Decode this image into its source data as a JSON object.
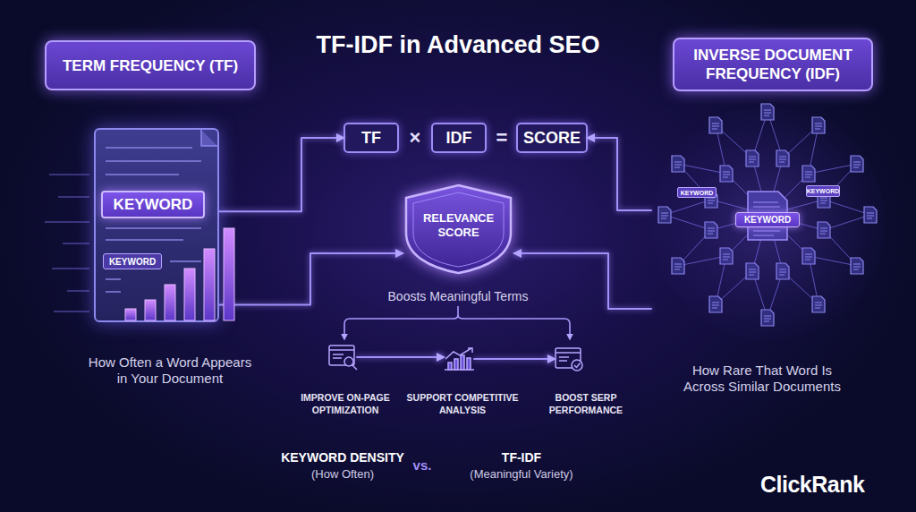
{
  "diagram": {
    "title": "TF-IDF in Advanced SEO",
    "nodes": [
      {
        "text": [
          "TERM FREQUENCY (TF)"
        ]
      },
      {
        "text": [
          "KEYWORD",
          "KEYWORD"
        ]
      },
      {
        "text": [
          "TF"
        ]
      },
      {
        "text": [
          "IDF"
        ]
      },
      {
        "text": [
          "SCORE"
        ]
      },
      {
        "text": [
          "RELEVANCE SCORE"
        ]
      },
      {
        "text": [
          "INVERSE DOCUMENT FREQUENCY (IDF)"
        ]
      },
      {
        "text": [
          "KEYWORD",
          "KEYWORD",
          "KEYWORD"
        ]
      },
      {
        "text": [
          "IMPROVE ON-PAGE OPTIMIZATION"
        ]
      },
      {
        "text": [
          "SUPPORT COMPETITIVE ANALYSIS"
        ]
      },
      {
        "text": [
          "BOOST SERP PERFORMANCE"
        ]
      }
    ],
    "edges": [
      {
        "from": 1,
        "to": 2,
        "arrow": "to"
      },
      {
        "from": 1,
        "to": 5,
        "arrow": "to"
      },
      {
        "from": 7,
        "to": 4,
        "arrow": "to"
      },
      {
        "from": 7,
        "to": 5,
        "arrow": "to"
      },
      {
        "from": 8,
        "to": 9,
        "arrow": "to"
      },
      {
        "from": 9,
        "to": 10,
        "arrow": "to"
      }
    ],
    "labels": [
      "×",
      "=",
      "Boosts Meaningful Terms",
      "How Often a Word Appears in Your Document",
      "How Rare That Word Is Across Similar Documents",
      "KEYWORD DENSITY",
      "(How Often)",
      "vs.",
      "TF-IDF",
      "(Meaningful Variety)",
      "ClickRank"
    ]
  }
}
